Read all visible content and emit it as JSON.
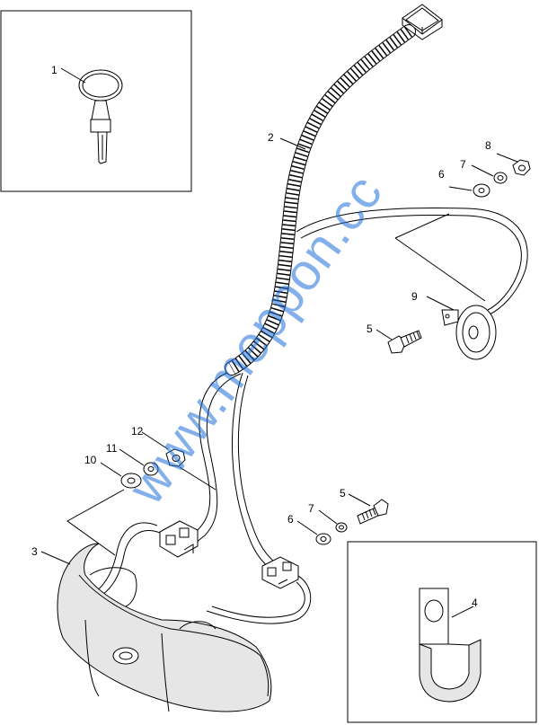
{
  "callouts": {
    "c1": "1",
    "c2": "2",
    "c3": "3",
    "c4": "4",
    "c5a": "5",
    "c5b": "5",
    "c6a": "6",
    "c6b": "6",
    "c7a": "7",
    "c7b": "7",
    "c8": "8",
    "c9": "9",
    "c10": "10",
    "c11": "11",
    "c12": "12"
  },
  "watermark": "www.meppon.cc",
  "colors": {
    "watermark": "#1e6fd9",
    "line": "#000000",
    "shade": "#e6e6e6"
  }
}
